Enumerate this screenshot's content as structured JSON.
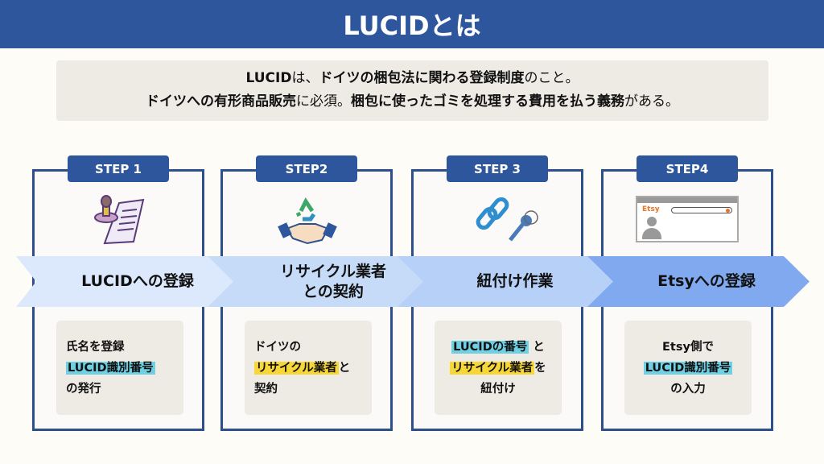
{
  "title": "LUCIDとは",
  "intro": {
    "line1": [
      {
        "t": "LUCID",
        "b": true
      },
      {
        "t": "は、",
        "b": false
      },
      {
        "t": "ドイツの梱包法に関わる登録制度",
        "b": true
      },
      {
        "t": "のこと。",
        "b": false
      }
    ],
    "line2": [
      {
        "t": "ドイツへの有形商品販売",
        "b": true
      },
      {
        "t": "に必須。",
        "b": false
      },
      {
        "t": "梱包に使ったゴミを処理する費用を払う義務",
        "b": true
      },
      {
        "t": "がある。",
        "b": false
      }
    ]
  },
  "steps": [
    {
      "badge": "STEP 1",
      "icon": "stamp-document-icon",
      "title": "LUCIDへの登録",
      "note": {
        "l1": "氏名を登録",
        "l2": "LUCID識別番号",
        "l3": "の発行"
      }
    },
    {
      "badge": "STEP2",
      "icon": "recycle-handshake-icon",
      "title1": "リサイクル業者",
      "title2": "との契約",
      "note": {
        "l1": "ドイツの",
        "l2": "リサイクル業者",
        "l2b": "と",
        "l3": "契約"
      }
    },
    {
      "badge": "STEP 3",
      "icon": "link-key-icon",
      "title": "紐付け作業",
      "note": {
        "l1": "LUCIDの番号",
        "l1b": " と",
        "l2": "リサイクル業者",
        "l2b": "を",
        "l3": "紐付け"
      }
    },
    {
      "badge": "STEP4",
      "icon": "etsy-browser-icon",
      "title": "Etsyへの登録",
      "icon_text": "Etsy",
      "note": {
        "l1": "Etsy側で",
        "l2": "LUCID識別番号",
        "l3": "の入力"
      }
    }
  ],
  "colors": {
    "primary": "#2e569c",
    "highlight_blue": "#6fd0e3",
    "highlight_yellow": "#f7d637"
  }
}
